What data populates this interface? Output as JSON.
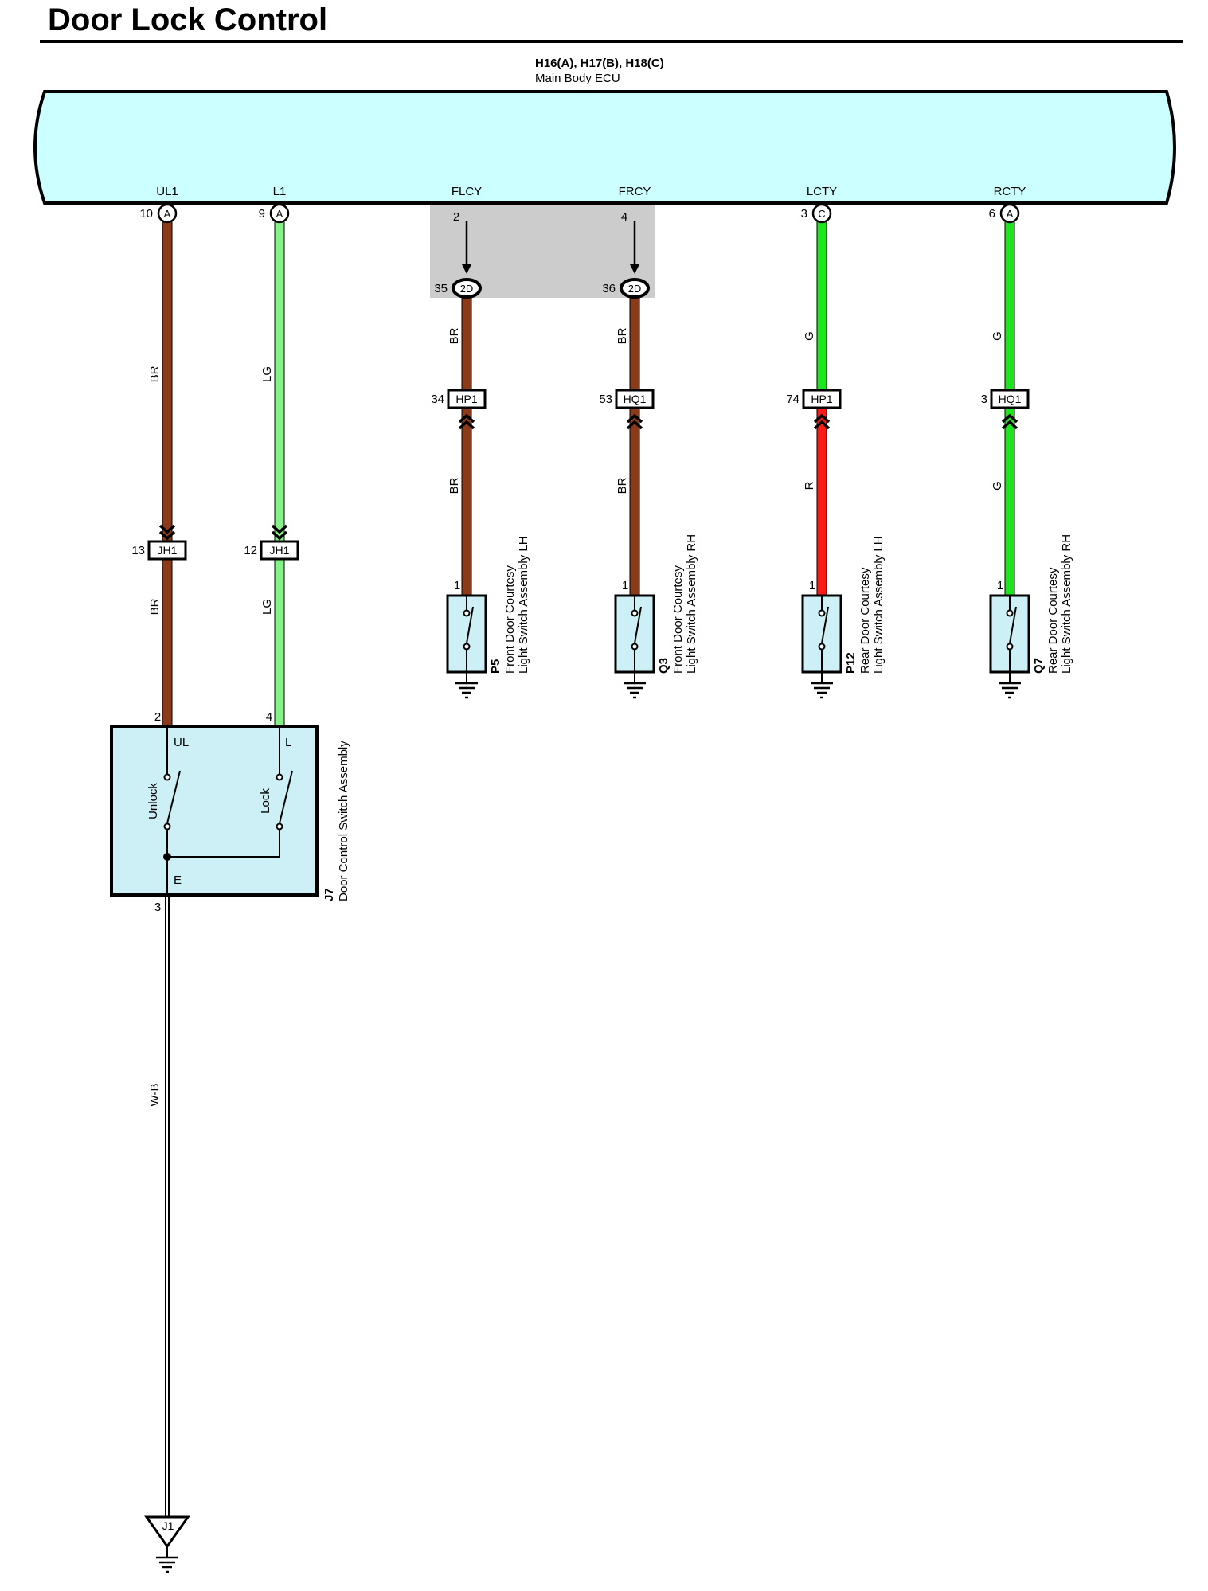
{
  "title": "Door Lock Control",
  "ecu": {
    "connectors_label": "H16(A), H17(B), H18(C)",
    "name": "Main Body ECU",
    "terminals": [
      {
        "name": "UL1",
        "pin": "10",
        "conn": "A"
      },
      {
        "name": "L1",
        "pin": "9",
        "conn": "A"
      },
      {
        "name": "FLCY",
        "pin": "2",
        "conn": ""
      },
      {
        "name": "FRCY",
        "pin": "4",
        "conn": ""
      },
      {
        "name": "LCTY",
        "pin": "3",
        "conn": "C"
      },
      {
        "name": "RCTY",
        "pin": "6",
        "conn": "A"
      }
    ]
  },
  "junctions": [
    {
      "pin": "35",
      "label": "2D"
    },
    {
      "pin": "36",
      "label": "2D"
    }
  ],
  "wire_colors": {
    "BR": "#8b3a1a",
    "LG": "#88f088",
    "G": "#1ee61e",
    "R": "#ff1a1a",
    "ecu_fill": "#ccffff",
    "switch_fill": "#ccf0f5",
    "shade": "#cccccc"
  },
  "wires": {
    "ul1_upper": "BR",
    "ul1_lower": "BR",
    "l1_upper": "LG",
    "l1_lower": "LG",
    "flcy_upper": "BR",
    "flcy_lower": "BR",
    "frcy_upper": "BR",
    "frcy_lower": "BR",
    "lcty_upper": "G",
    "lcty_lower": "R",
    "rcty_upper": "G",
    "rcty_lower": "G",
    "ground": "W-B"
  },
  "inline_connectors": [
    {
      "pin": "13",
      "label": "JH1"
    },
    {
      "pin": "12",
      "label": "JH1"
    },
    {
      "pin": "34",
      "label": "HP1"
    },
    {
      "pin": "53",
      "label": "HQ1"
    },
    {
      "pin": "74",
      "label": "HP1"
    },
    {
      "pin": "3",
      "label": "HQ1"
    }
  ],
  "courtesy_switches": [
    {
      "pin": "1",
      "id": "P5",
      "line1": "Front Door Courtesy",
      "line2": "Light Switch Assembly LH"
    },
    {
      "pin": "1",
      "id": "Q3",
      "line1": "Front Door Courtesy",
      "line2": "Light Switch Assembly RH"
    },
    {
      "pin": "1",
      "id": "P12",
      "line1": "Rear Door Courtesy",
      "line2": "Light Switch Assembly LH"
    },
    {
      "pin": "1",
      "id": "Q7",
      "line1": "Rear Door Courtesy",
      "line2": "Light Switch Assembly RH"
    }
  ],
  "door_control_switch": {
    "id": "J7",
    "name": "Door Control Switch Assembly",
    "pin_ul": "2",
    "pin_l": "4",
    "pin_e": "3",
    "term_ul": "UL",
    "term_l": "L",
    "term_e": "E",
    "unlock_label": "Unlock",
    "lock_label": "Lock"
  },
  "ground_point": "J1"
}
